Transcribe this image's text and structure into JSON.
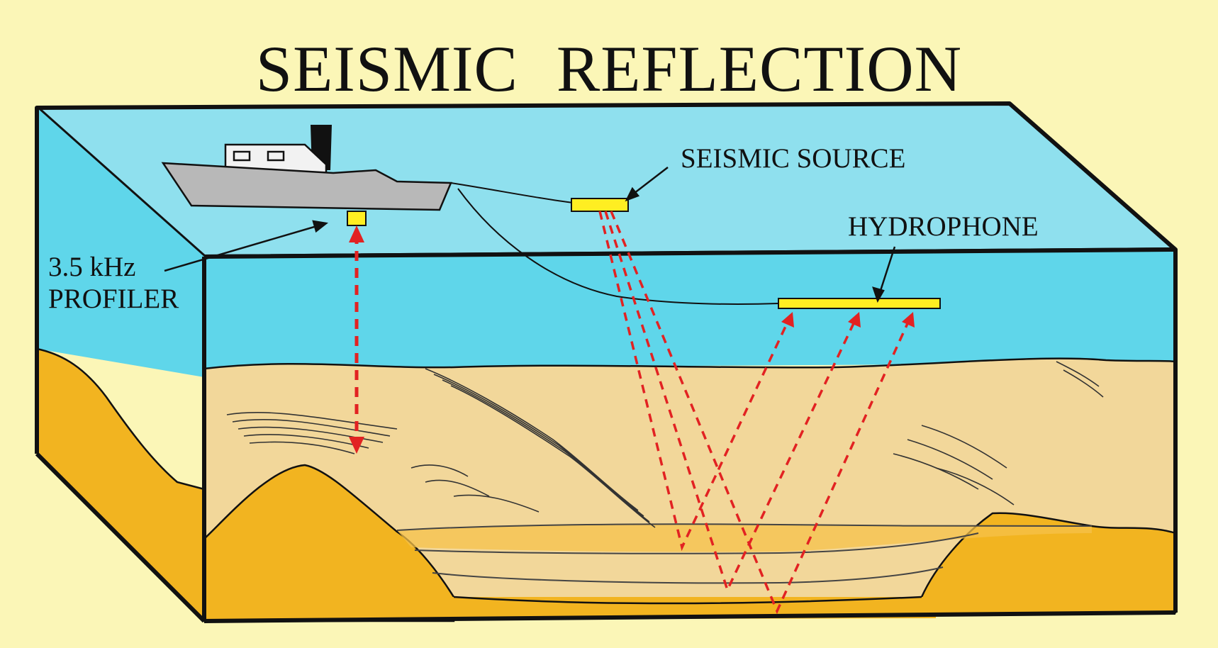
{
  "title": "SEISMIC  REFLECTION",
  "labels": {
    "seismic_source": "SEISMIC SOURCE",
    "hydrophone": "HYDROPHONE",
    "profiler_line1": "3.5 kHz",
    "profiler_line2": "PROFILER"
  },
  "colors": {
    "background": "#fbf6b7",
    "water": "#5fd6ea",
    "water_top": "#8fe0ee",
    "sediment": "#f2d79a",
    "bedrock": "#f2b420",
    "equipment": "#ffee22",
    "ray": "#e22222",
    "outline": "#111111"
  }
}
